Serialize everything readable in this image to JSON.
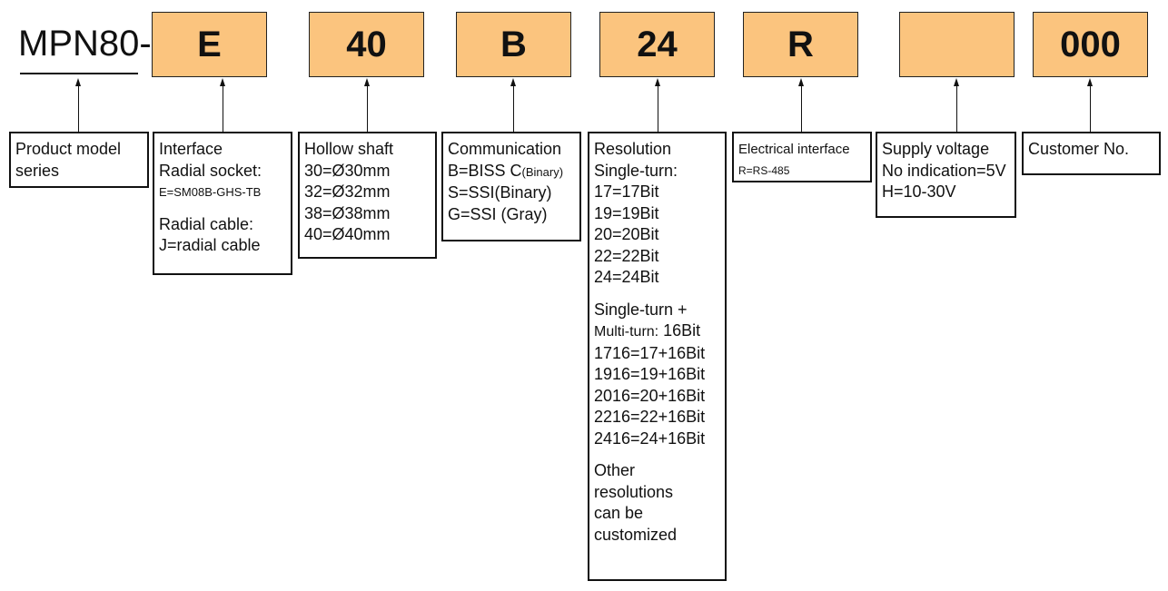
{
  "model": "MPN80-",
  "codes": [
    "E",
    "40",
    "B",
    "24",
    "R",
    "",
    "000"
  ],
  "descriptions": {
    "series": [
      "Product model",
      "series"
    ],
    "interface": {
      "title": "Interface",
      "radial_socket": "Radial socket:",
      "socket_code": "E=SM08B-GHS-TB",
      "radial_cable": "Radial cable:",
      "cable_code": "J=radial cable"
    },
    "shaft": [
      "Hollow shaft",
      "30=Ø30mm",
      "32=Ø32mm",
      "38=Ø38mm",
      "40=Ø40mm"
    ],
    "communication": {
      "title": "Communication",
      "biss_prefix": "B=BISS C",
      "biss_note": "(Binary)",
      "ssi_binary": "S=SSI(Binary)",
      "ssi_gray": "G=SSI (Gray)"
    },
    "resolution": {
      "title": "Resolution",
      "single_turn": "Single-turn:",
      "single": [
        "17=17Bit",
        "19=19Bit",
        "20=20Bit",
        "22=22Bit",
        "24=24Bit"
      ],
      "multi_title": "Single-turn +",
      "multi_turn_prefix": "Multi-turn:",
      "multi_turn_bits": "16Bit",
      "multi": [
        "1716=17+16Bit",
        "1916=19+16Bit",
        "2016=20+16Bit",
        "2216=22+16Bit",
        "2416=24+16Bit"
      ],
      "other": [
        "Other",
        "resolutions",
        "can be",
        "customized"
      ]
    },
    "electrical": {
      "title": "Electrical interface",
      "code": "R=RS-485"
    },
    "supply": [
      "Supply voltage",
      "No indication=5V",
      "H=10-30V"
    ],
    "customer": "Customer No."
  }
}
